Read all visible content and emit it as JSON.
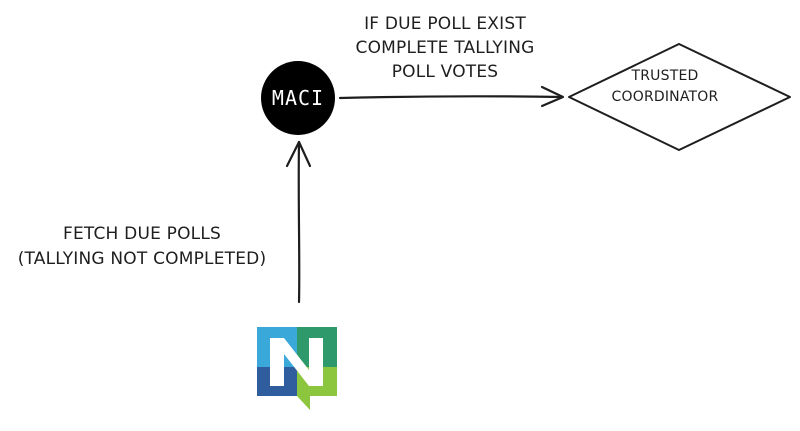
{
  "diagram": {
    "nodes": {
      "maci": {
        "label": "MACI",
        "shape": "circle",
        "fill": "#000000"
      },
      "trusted_coordinator": {
        "lines": [
          "TRUSTED",
          "COORDINATOR"
        ],
        "shape": "diamond"
      },
      "logo": {
        "icon": "n-logo-icon",
        "colors": [
          "#3aa8d8",
          "#2e9a6c",
          "#2f5d9e",
          "#8cc63f"
        ]
      }
    },
    "edges": {
      "logo_to_maci": {
        "lines": [
          "FETCH DUE POLLS",
          "(TALLYING NOT COMPLETED)"
        ]
      },
      "maci_to_coordinator": {
        "lines": [
          "IF DUE POLL EXIST",
          "COMPLETE TALLYING",
          "POLL VOTES"
        ]
      }
    }
  }
}
